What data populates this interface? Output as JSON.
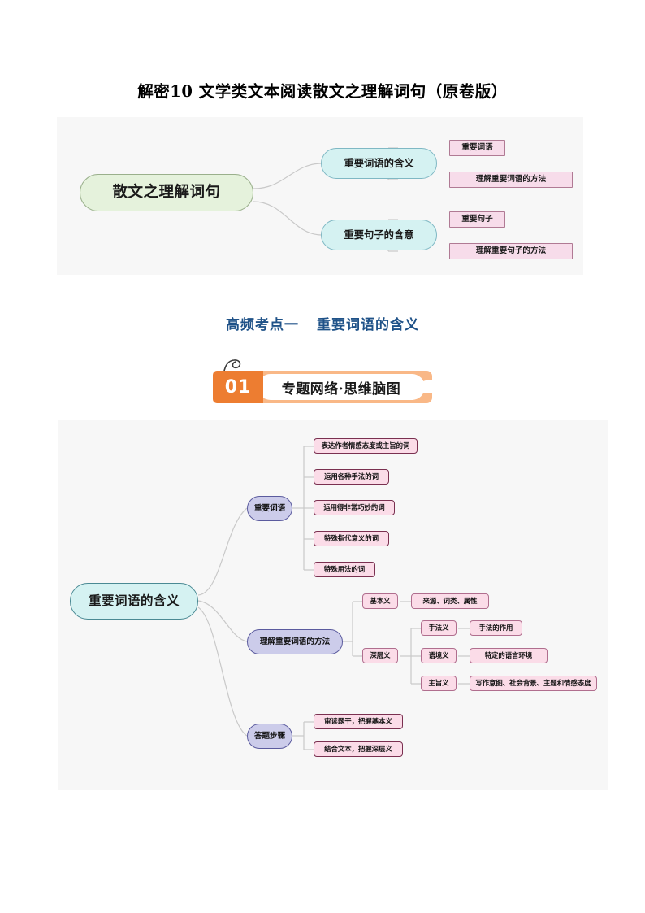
{
  "document": {
    "title": "解密10 文学类文本阅读散文之理解词句（原卷版）"
  },
  "section": {
    "prefix": "高频考点一",
    "name": "重要词语的含义",
    "color": "#1f5288"
  },
  "badge": {
    "number": "01",
    "label": "专题网络·思维脑图",
    "number_bg": "#ed7d31",
    "shell_bg": "#f9b887"
  },
  "mindmap_overview": {
    "root": "散文之理解词句",
    "branches": [
      {
        "label": "重要词语的含义",
        "children": [
          "重要词语",
          "理解重要词语的方法"
        ]
      },
      {
        "label": "重要句子的含意",
        "children": [
          "重要句子",
          "理解重要句子的方法"
        ]
      }
    ],
    "colors": {
      "root_bg": "#e5f2dc",
      "branch_bg": "#d5f2f2",
      "leaf_bg": "#f7dcea"
    }
  },
  "mindmap_detail": {
    "root": "重要词语的含义",
    "branches": [
      {
        "label": "重要词语",
        "children": [
          "表达作者情感态度或主旨的词",
          "运用各种手法的词",
          "运用得非常巧妙的词",
          "特殊指代意义的词",
          "特殊用法的词"
        ]
      },
      {
        "label": "理解重要词语的方法",
        "groups": [
          {
            "label": "基本义",
            "children": [
              {
                "label": "来源、词类、属性"
              }
            ]
          },
          {
            "label": "深层义",
            "children": [
              {
                "label": "手法义",
                "detail": "手法的作用"
              },
              {
                "label": "语境义",
                "detail": "特定的语言环境"
              },
              {
                "label": "主旨义",
                "detail": "写作意图、社会背景、主题和情感态度"
              }
            ]
          }
        ]
      },
      {
        "label": "答题步骤",
        "children": [
          "审读题干，把握基本义",
          "结合文本，把握深层义"
        ]
      }
    ],
    "colors": {
      "root_bg": "#d5f2f2",
      "branch_bg": "#ccccea",
      "leaf_bg": "#fbdce8"
    }
  }
}
